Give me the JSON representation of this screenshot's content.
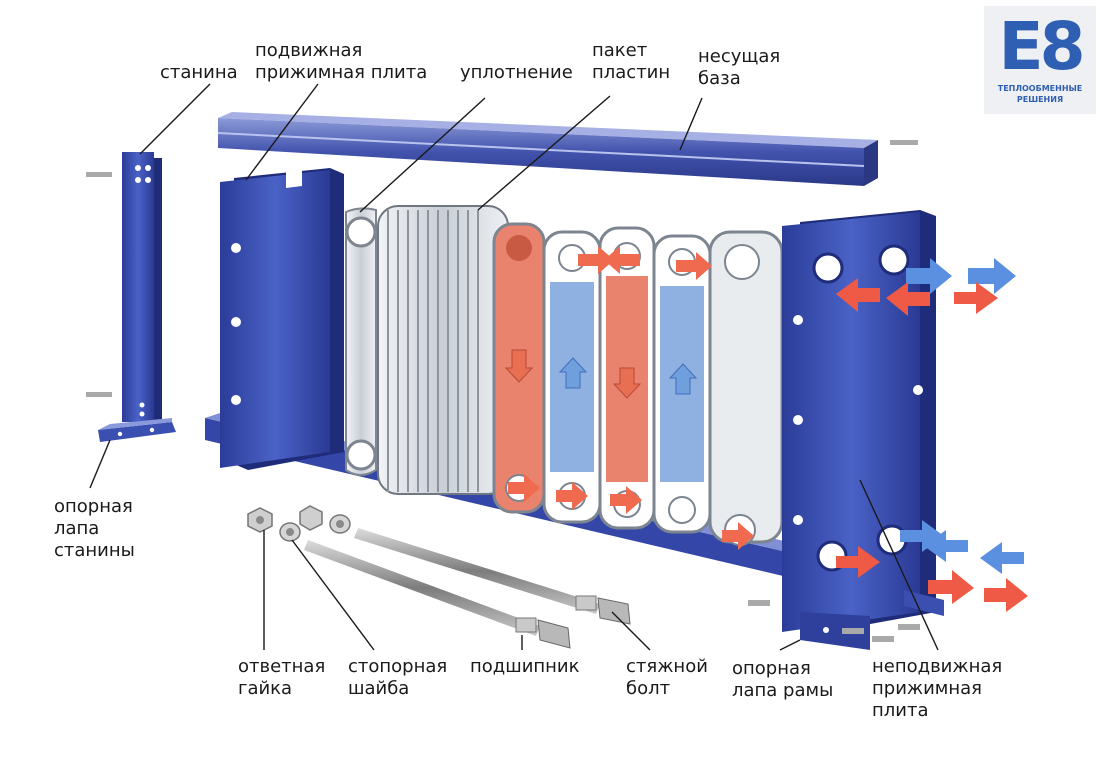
{
  "labels": {
    "stanina": "станина",
    "movable_plate": [
      "подвижная",
      "прижимная плита"
    ],
    "gasket": "уплотнение",
    "plate_pack": [
      "пакет",
      "пластин"
    ],
    "carrying_bar": [
      "несущая",
      "база"
    ],
    "frame_foot": [
      "опорная",
      "лапа",
      "станины"
    ],
    "nut": [
      "ответная",
      "гайка"
    ],
    "lock_washer": [
      "стопорная",
      "шайба"
    ],
    "bearing": "подшипник",
    "tie_bolt": [
      "стяжной",
      "болт"
    ],
    "frame_support_foot": [
      "опорная",
      "лапа рамы"
    ],
    "fixed_plate": [
      "неподвижная",
      "прижимная",
      "плита"
    ]
  },
  "logo": {
    "mark": "E8",
    "caption": [
      "ТЕПЛООБМЕННЫЕ",
      "РЕШЕНИЯ"
    ]
  },
  "colors": {
    "frame_blue": "#3a4fb0",
    "frame_blue_dark": "#23318a",
    "plate_grey": "#d9dde3",
    "hot_red": "#e5705a",
    "cold_blue": "#6f9fdc",
    "arrow_red": "#ee5a45",
    "arrow_blue": "#5b8fe0"
  }
}
